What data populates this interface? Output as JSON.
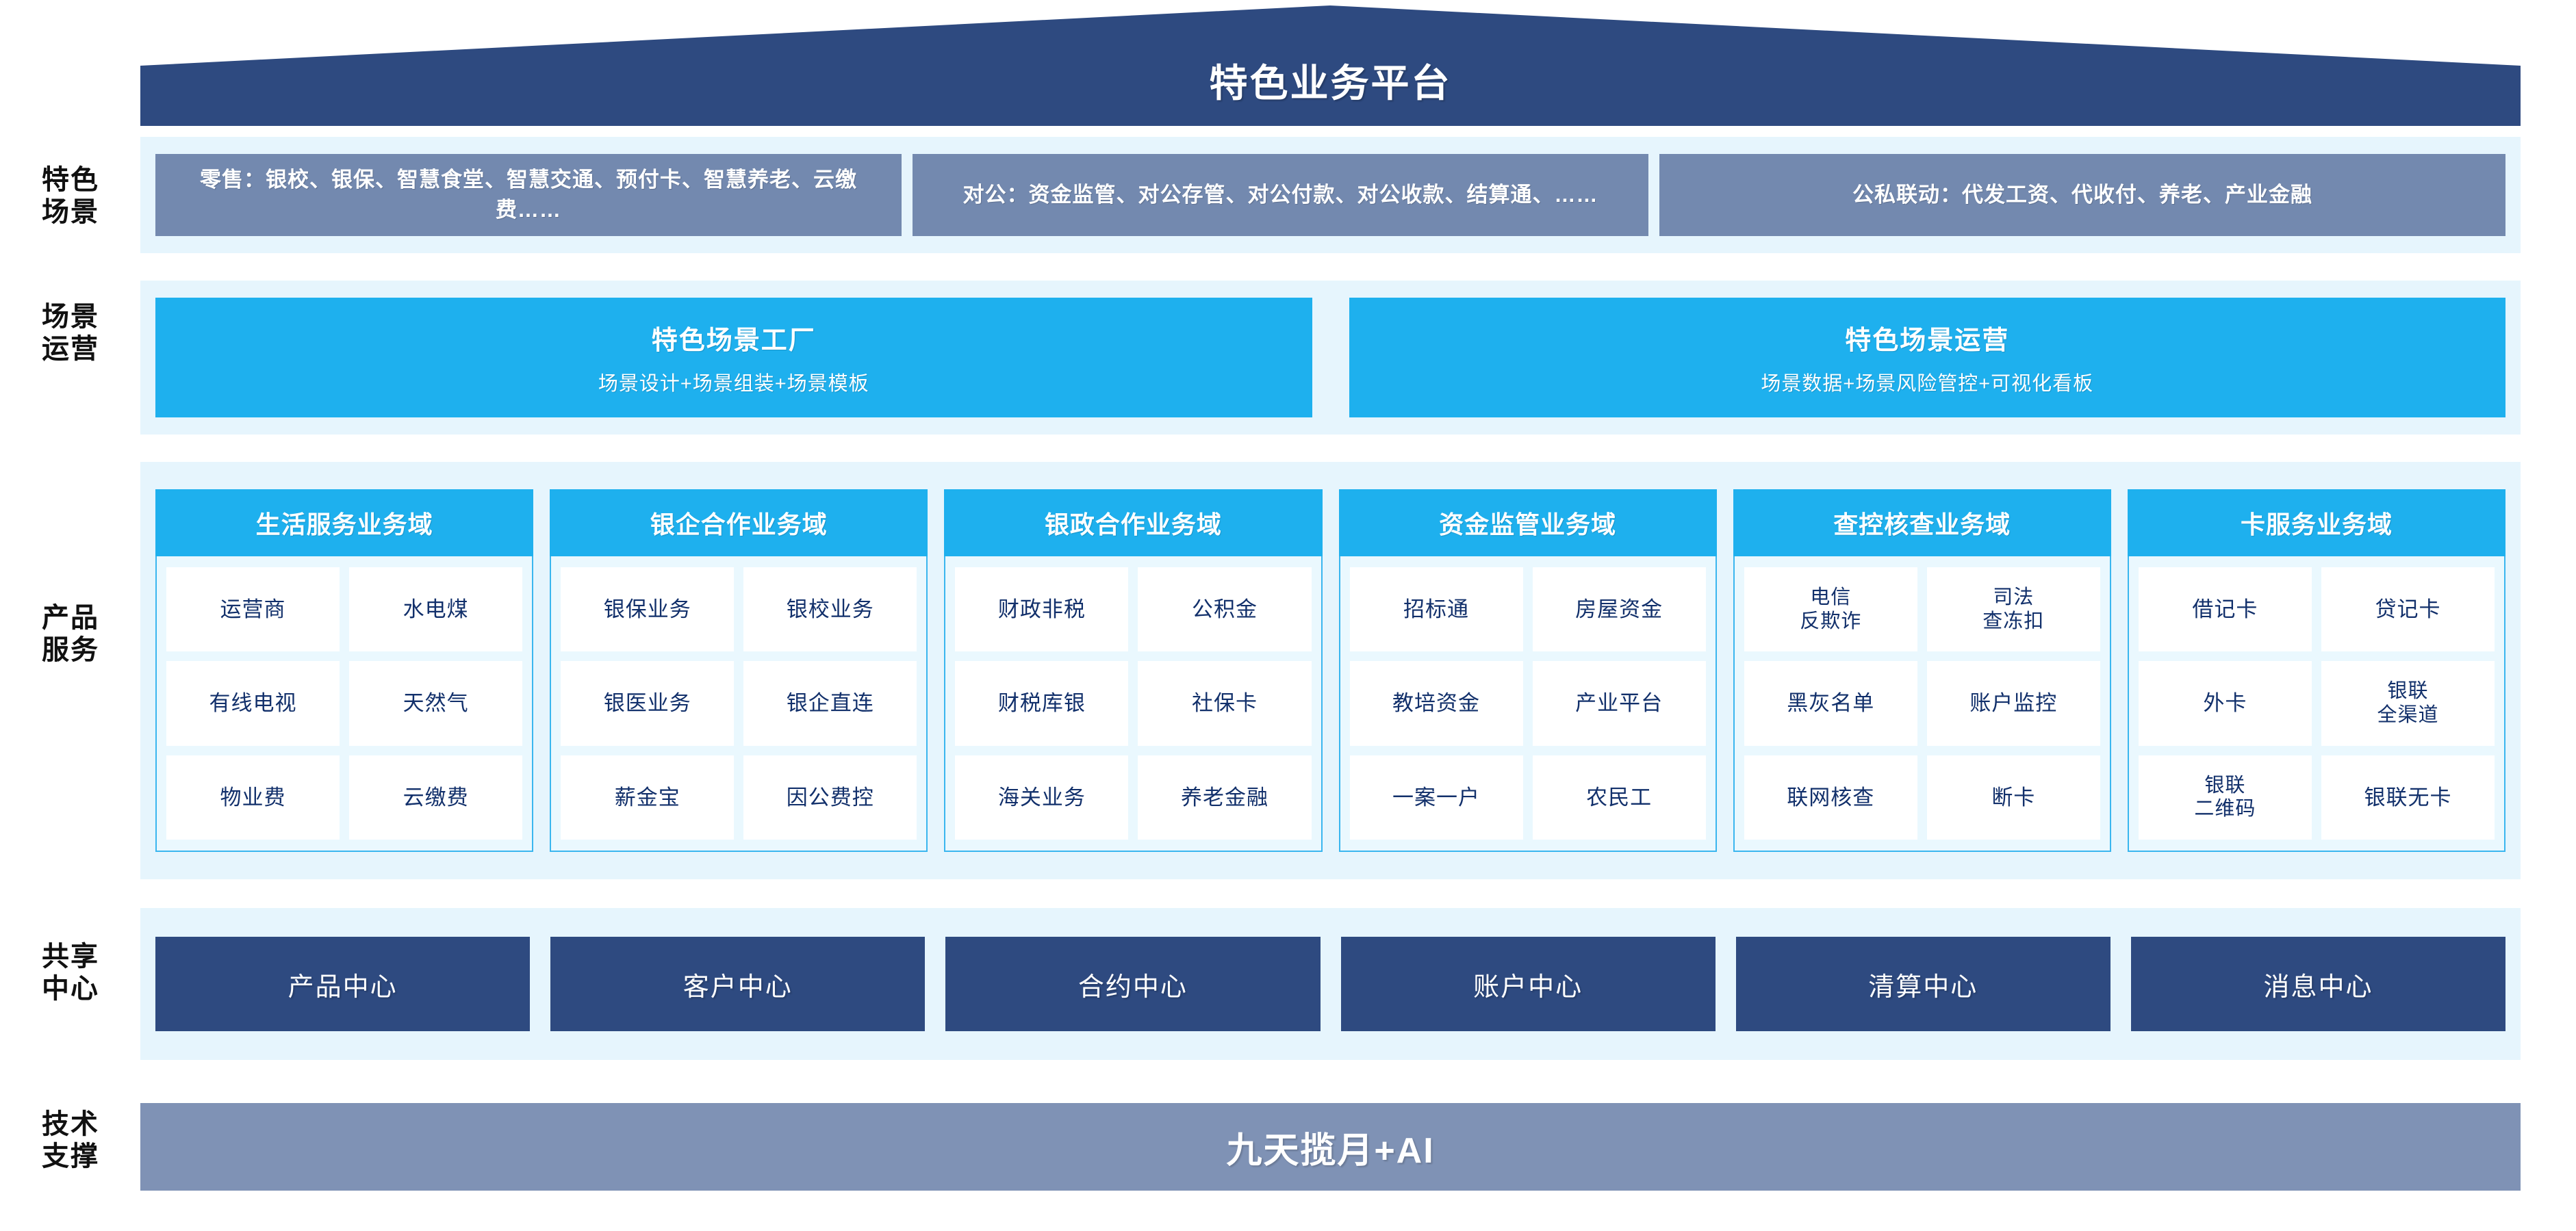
{
  "header": {
    "title": "特色业务平台",
    "roof_color": "#2e4a80"
  },
  "row_labels": {
    "scenarios": "特色\n场景",
    "scenario_ops": "场景\n运营",
    "product_services": "产品\n服务",
    "shared_centers": "共享\n中心",
    "tech_support": "技术\n支撑"
  },
  "colors": {
    "band_bg": "#e6f5fd",
    "scenario_box": "#7389af",
    "cyan": "#1eb0ee",
    "navy": "#2e4a80",
    "grayblue": "#7f92b5",
    "cell_text": "#12306b"
  },
  "scenarios": [
    {
      "label": "零售：银校、银保、智慧食堂、智慧交通、预付卡、智慧养老、云缴费……"
    },
    {
      "label": "对公：资金监管、对公存管、对公付款、对公收款、结算通、……"
    },
    {
      "label": "公私联动：代发工资、代收付、养老、产业金融"
    }
  ],
  "scenario_ops": [
    {
      "title": "特色场景工厂",
      "subtitle": "场景设计+场景组装+场景模板"
    },
    {
      "title": "特色场景运营",
      "subtitle": "场景数据+场景风险管控+可视化看板"
    }
  ],
  "domains": [
    {
      "title": "生活服务业务域",
      "items": [
        "运营商",
        "水电煤",
        "有线电视",
        "天然气",
        "物业费",
        "云缴费"
      ]
    },
    {
      "title": "银企合作业务域",
      "items": [
        "银保业务",
        "银校业务",
        "银医业务",
        "银企直连",
        "薪金宝",
        "因公费控"
      ]
    },
    {
      "title": "银政合作业务域",
      "items": [
        "财政非税",
        "公积金",
        "财税库银",
        "社保卡",
        "海关业务",
        "养老金融"
      ]
    },
    {
      "title": "资金监管业务域",
      "items": [
        "招标通",
        "房屋资金",
        "教培资金",
        "产业平台",
        "一案一户",
        "农民工"
      ]
    },
    {
      "title": "查控核查业务域",
      "items": [
        "电信\n反欺诈",
        "司法\n查冻扣",
        "黑灰名单",
        "账户监控",
        "联网核查",
        "断卡"
      ]
    },
    {
      "title": "卡服务业务域",
      "items": [
        "借记卡",
        "贷记卡",
        "外卡",
        "银联\n全渠道",
        "银联\n二维码",
        "银联无卡"
      ]
    }
  ],
  "shared_centers": [
    "产品中心",
    "客户中心",
    "合约中心",
    "账户中心",
    "清算中心",
    "消息中心"
  ],
  "tech_support": {
    "label": "九天揽月+AI"
  }
}
